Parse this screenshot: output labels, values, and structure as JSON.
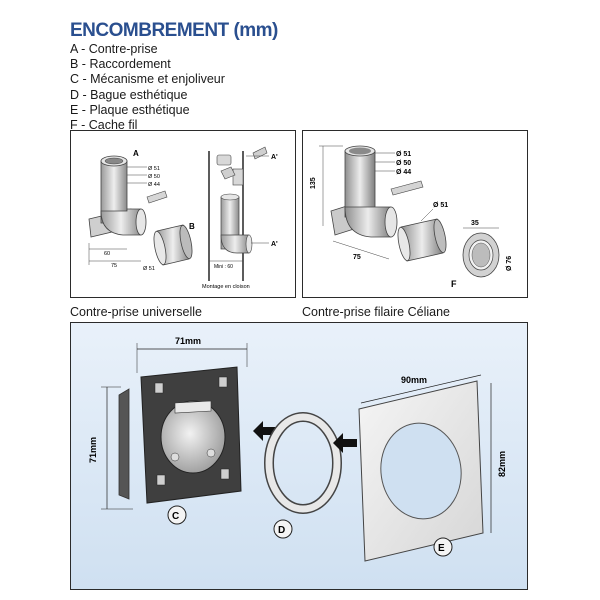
{
  "header": {
    "title": "ENCOMBREMENT (mm)",
    "legend": [
      "A - Contre-prise",
      "B - Raccordement",
      "C - Mécanisme et enjoliveur",
      "D - Bague esthétique",
      "E - Plaque esthétique",
      "F - Cache fil"
    ]
  },
  "panel_universal": {
    "caption": "Contre-prise universelle",
    "labels": {
      "a": "A",
      "b": "B",
      "a_prime_top": "A'",
      "a_prime_bottom": "A'",
      "d51": "Ø 51",
      "d50": "Ø 50",
      "d44": "Ø 44",
      "d51b": "Ø 51",
      "w60": "60",
      "w75": "75",
      "min60": "Mini : 60",
      "mount_note": "Montage en cloison"
    }
  },
  "panel_celiane": {
    "caption": "Contre-prise filaire Céliane",
    "labels": {
      "f": "F",
      "h135": "135",
      "d51": "Ø 51",
      "d50": "Ø 50",
      "d44": "Ø 44",
      "w75": "75",
      "d51b": "Ø 51",
      "w35": "35",
      "d76": "Ø 76"
    }
  },
  "panel_assembly": {
    "labels": {
      "w71": "71mm",
      "h71": "71mm",
      "w90": "90mm",
      "h82": "82mm",
      "c": "C",
      "d": "D",
      "e": "E"
    }
  },
  "colors": {
    "title": "#2a4f8f",
    "panel_bg_top": "#e9f1fa",
    "panel_bg_bottom": "#cfe0f1",
    "line": "#2b2b2b"
  }
}
